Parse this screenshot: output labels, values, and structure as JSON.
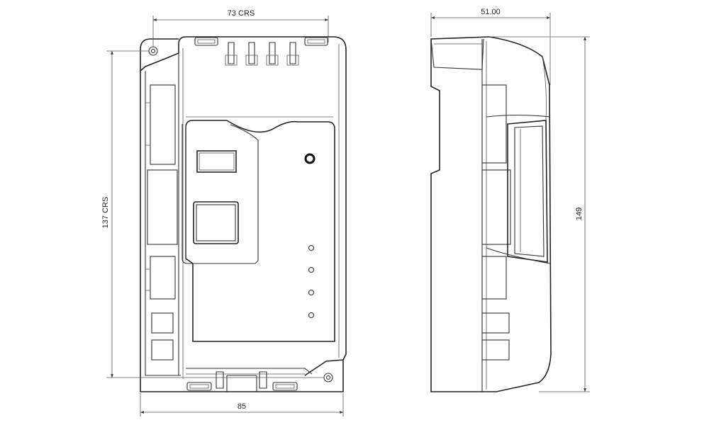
{
  "drawing": {
    "front_view": {
      "width_crs_label": "73 CRS",
      "height_crs_label": "137 CRS",
      "overall_width_label": "85"
    },
    "side_view": {
      "depth_label": "51.00",
      "height_label": "149"
    }
  }
}
